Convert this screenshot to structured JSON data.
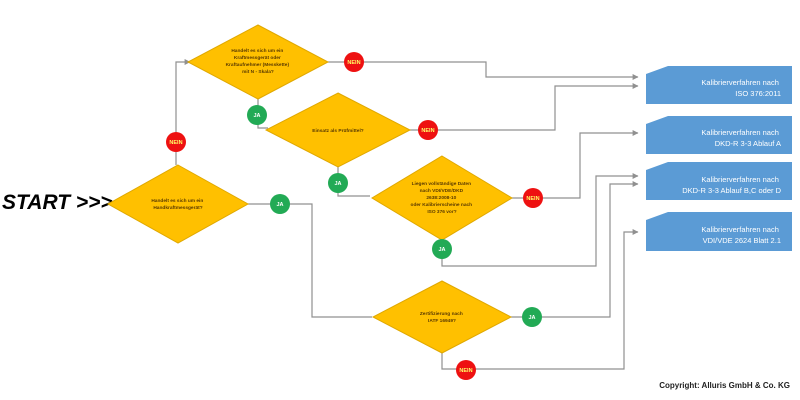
{
  "start_label": "START >>>",
  "copyright": "Copyright: Alluris GmbH & Co. KG",
  "decisions": {
    "d1": [
      "Handelt es sich um ein",
      "Handkraftmessgerät?"
    ],
    "d2": [
      "Handelt es sich um ein",
      "Kraftmessgerät oder",
      "Kraftaufnehmer (Messkette)",
      "mit N - Skala?"
    ],
    "d3": [
      "Einsatz als Prüfmittel?"
    ],
    "d4": [
      "Liegen vollständige Daten",
      "nach VDI/VDE/DKD",
      "2638:2008-10",
      "oder Kalibrierscheine nach",
      "ISO 376 vor?"
    ],
    "d5": [
      "Zertifizierung nach",
      "IATF 16949?"
    ]
  },
  "badges": {
    "nein_label": "NEIN",
    "ja_label": "JA"
  },
  "results": {
    "r1": [
      "Kalibrierverfahren nach",
      "ISO 376:2011"
    ],
    "r2": [
      "Kalibrierverfahren nach",
      "DKD-R 3-3 Ablauf A"
    ],
    "r3": [
      "Kalibrierverfahren nach",
      "DKD-R 3-3 Ablauf B,C oder D"
    ],
    "r4": [
      "Kalibrierverfahren nach",
      "VDI/VDE 2624 Blatt 2.1"
    ]
  },
  "colors": {
    "diamond": "#ffc000",
    "diamond_border": "#e0a800",
    "nein": "#ee1111",
    "ja": "#22aa55",
    "result": "#5b9bd5",
    "connector": "#909090"
  }
}
